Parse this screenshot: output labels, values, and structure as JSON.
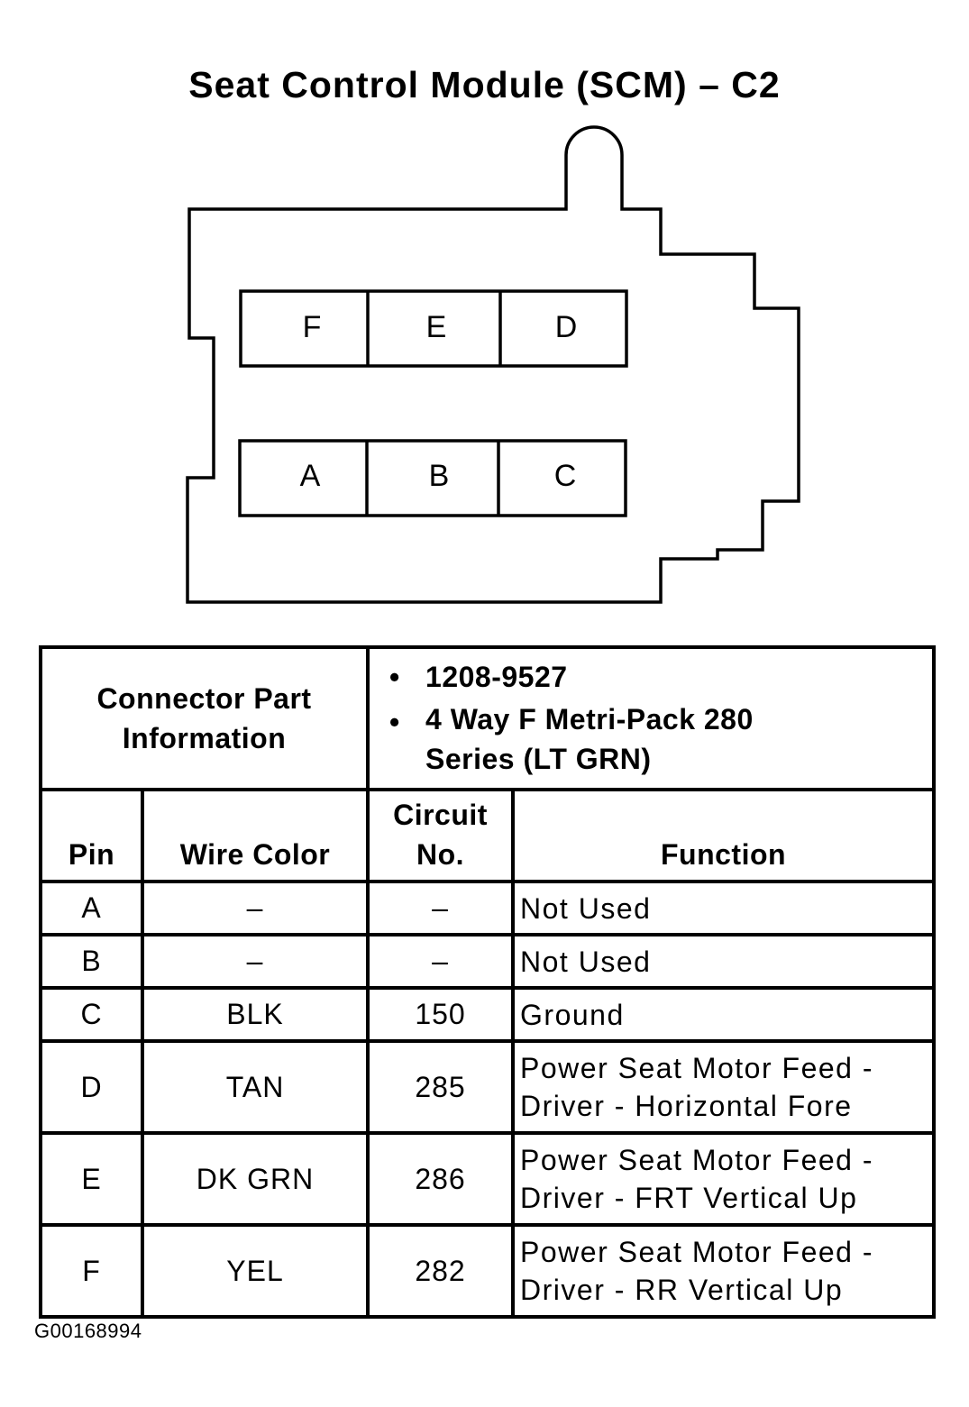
{
  "title": "Seat Control Module (SCM) – C2",
  "connector": {
    "top_row": [
      "F",
      "E",
      "D"
    ],
    "bottom_row": [
      "A",
      "B",
      "C"
    ]
  },
  "part_info": {
    "label_line1": "Connector Part",
    "label_line2": "Information",
    "bullet": "•",
    "items": [
      {
        "line1": "1208-9527",
        "line2": ""
      },
      {
        "line1": "4 Way F Metri-Pack 280",
        "line2": "Series (LT GRN)"
      }
    ]
  },
  "table": {
    "headers": {
      "pin": "Pin",
      "wire_color": "Wire Color",
      "circuit_line1": "Circuit",
      "circuit_line2": "No.",
      "function": "Function"
    },
    "rows": [
      {
        "pin": "A",
        "wire_color": "–",
        "circuit": "–",
        "function_line1": "Not Used",
        "function_line2": ""
      },
      {
        "pin": "B",
        "wire_color": "–",
        "circuit": "–",
        "function_line1": "Not Used",
        "function_line2": ""
      },
      {
        "pin": "C",
        "wire_color": "BLK",
        "circuit": "150",
        "function_line1": "Ground",
        "function_line2": ""
      },
      {
        "pin": "D",
        "wire_color": "TAN",
        "circuit": "285",
        "function_line1": "Power Seat Motor Feed -",
        "function_line2": "Driver - Horizontal Fore"
      },
      {
        "pin": "E",
        "wire_color": "DK GRN",
        "circuit": "286",
        "function_line1": "Power Seat Motor Feed -",
        "function_line2": "Driver - FRT Vertical Up"
      },
      {
        "pin": "F",
        "wire_color": "YEL",
        "circuit": "282",
        "function_line1": "Power Seat Motor Feed -",
        "function_line2": "Driver - RR Vertical Up"
      }
    ]
  },
  "figure_code": "G00168994"
}
